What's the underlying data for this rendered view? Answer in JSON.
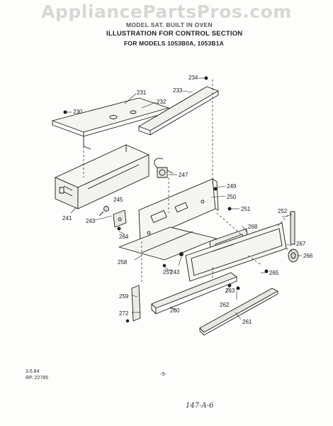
{
  "watermark": "AppliancePartsPros.com",
  "header": {
    "top_line": "MODEL SAT. BUILT IN OVEN",
    "title": "ILLUSTRATION FOR CONTROL SECTION",
    "models": "FOR MODELS 1053B0A, 1053B1A"
  },
  "footer": {
    "date": "3.6.84",
    "rp": "RP. 22785",
    "page": "-5-",
    "handwritten": "147-A-6"
  },
  "parts": [
    {
      "id": "p230",
      "label": "230"
    },
    {
      "id": "p231",
      "label": "231"
    },
    {
      "id": "p232",
      "label": "232"
    },
    {
      "id": "p233",
      "label": "233"
    },
    {
      "id": "p234",
      "label": "234"
    },
    {
      "id": "p241",
      "label": "241"
    },
    {
      "id": "p243a",
      "label": "243"
    },
    {
      "id": "p243b",
      "label": "243"
    },
    {
      "id": "p245",
      "label": "245"
    },
    {
      "id": "p247",
      "label": "247"
    },
    {
      "id": "p249",
      "label": "249"
    },
    {
      "id": "p250",
      "label": "250"
    },
    {
      "id": "p251",
      "label": "251"
    },
    {
      "id": "p252",
      "label": "252"
    },
    {
      "id": "p257",
      "label": "257"
    },
    {
      "id": "p258",
      "label": "258"
    },
    {
      "id": "p259",
      "label": "259"
    },
    {
      "id": "p260",
      "label": "260"
    },
    {
      "id": "p261",
      "label": "261"
    },
    {
      "id": "p262",
      "label": "262"
    },
    {
      "id": "p263",
      "label": "263"
    },
    {
      "id": "p264",
      "label": "264"
    },
    {
      "id": "p265",
      "label": "265"
    },
    {
      "id": "p266",
      "label": "266"
    },
    {
      "id": "p267",
      "label": "267"
    },
    {
      "id": "p268",
      "label": "268"
    },
    {
      "id": "p272",
      "label": "272"
    }
  ]
}
